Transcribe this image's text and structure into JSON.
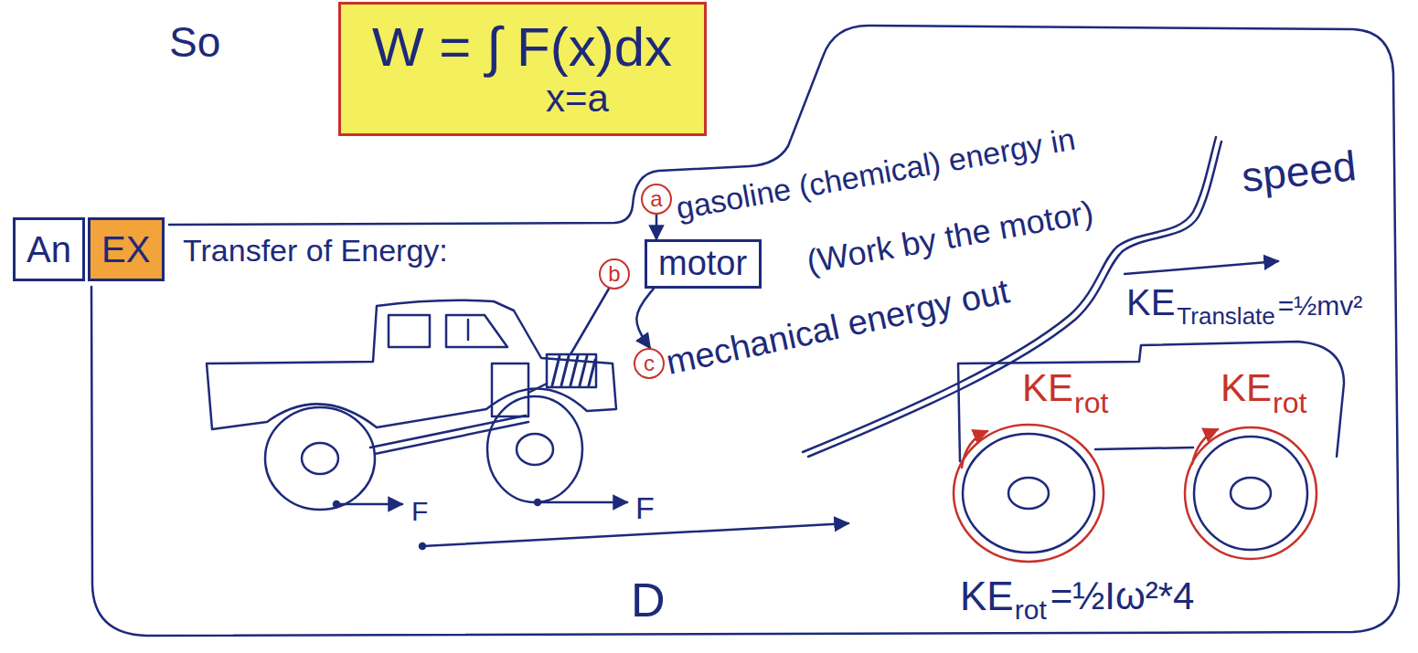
{
  "diagram": {
    "nodes": [
      {
        "text": [
          "W = ∫ F(x)dx",
          "x=a"
        ]
      },
      {
        "text": [
          "Transfer of Energy:"
        ]
      },
      {
        "text": [
          "An"
        ],
        "in": 1
      },
      {
        "text": [
          "EX"
        ],
        "in": 1
      },
      {
        "text": [
          "a"
        ],
        "in": 1
      },
      {
        "text": [
          "b"
        ],
        "in": 1
      },
      {
        "text": [
          "motor"
        ],
        "in": 1
      },
      {
        "text": [
          "c"
        ],
        "in": 1
      }
    ],
    "edges": [
      {
        "from": 4,
        "to": 6,
        "arrow": "to"
      },
      {
        "from": 6,
        "to": 7,
        "arrow": "to"
      }
    ],
    "labels": [
      "So",
      "gasoline (chemical) energy in",
      "(Work by the motor)",
      "mechanical energy out",
      "speed",
      "KE",
      "Translate",
      "=½mv²",
      "KE",
      "rot",
      "KE",
      "rot",
      "F",
      "F",
      "D",
      "KE",
      "rot",
      "=½Iω²*4"
    ]
  }
}
